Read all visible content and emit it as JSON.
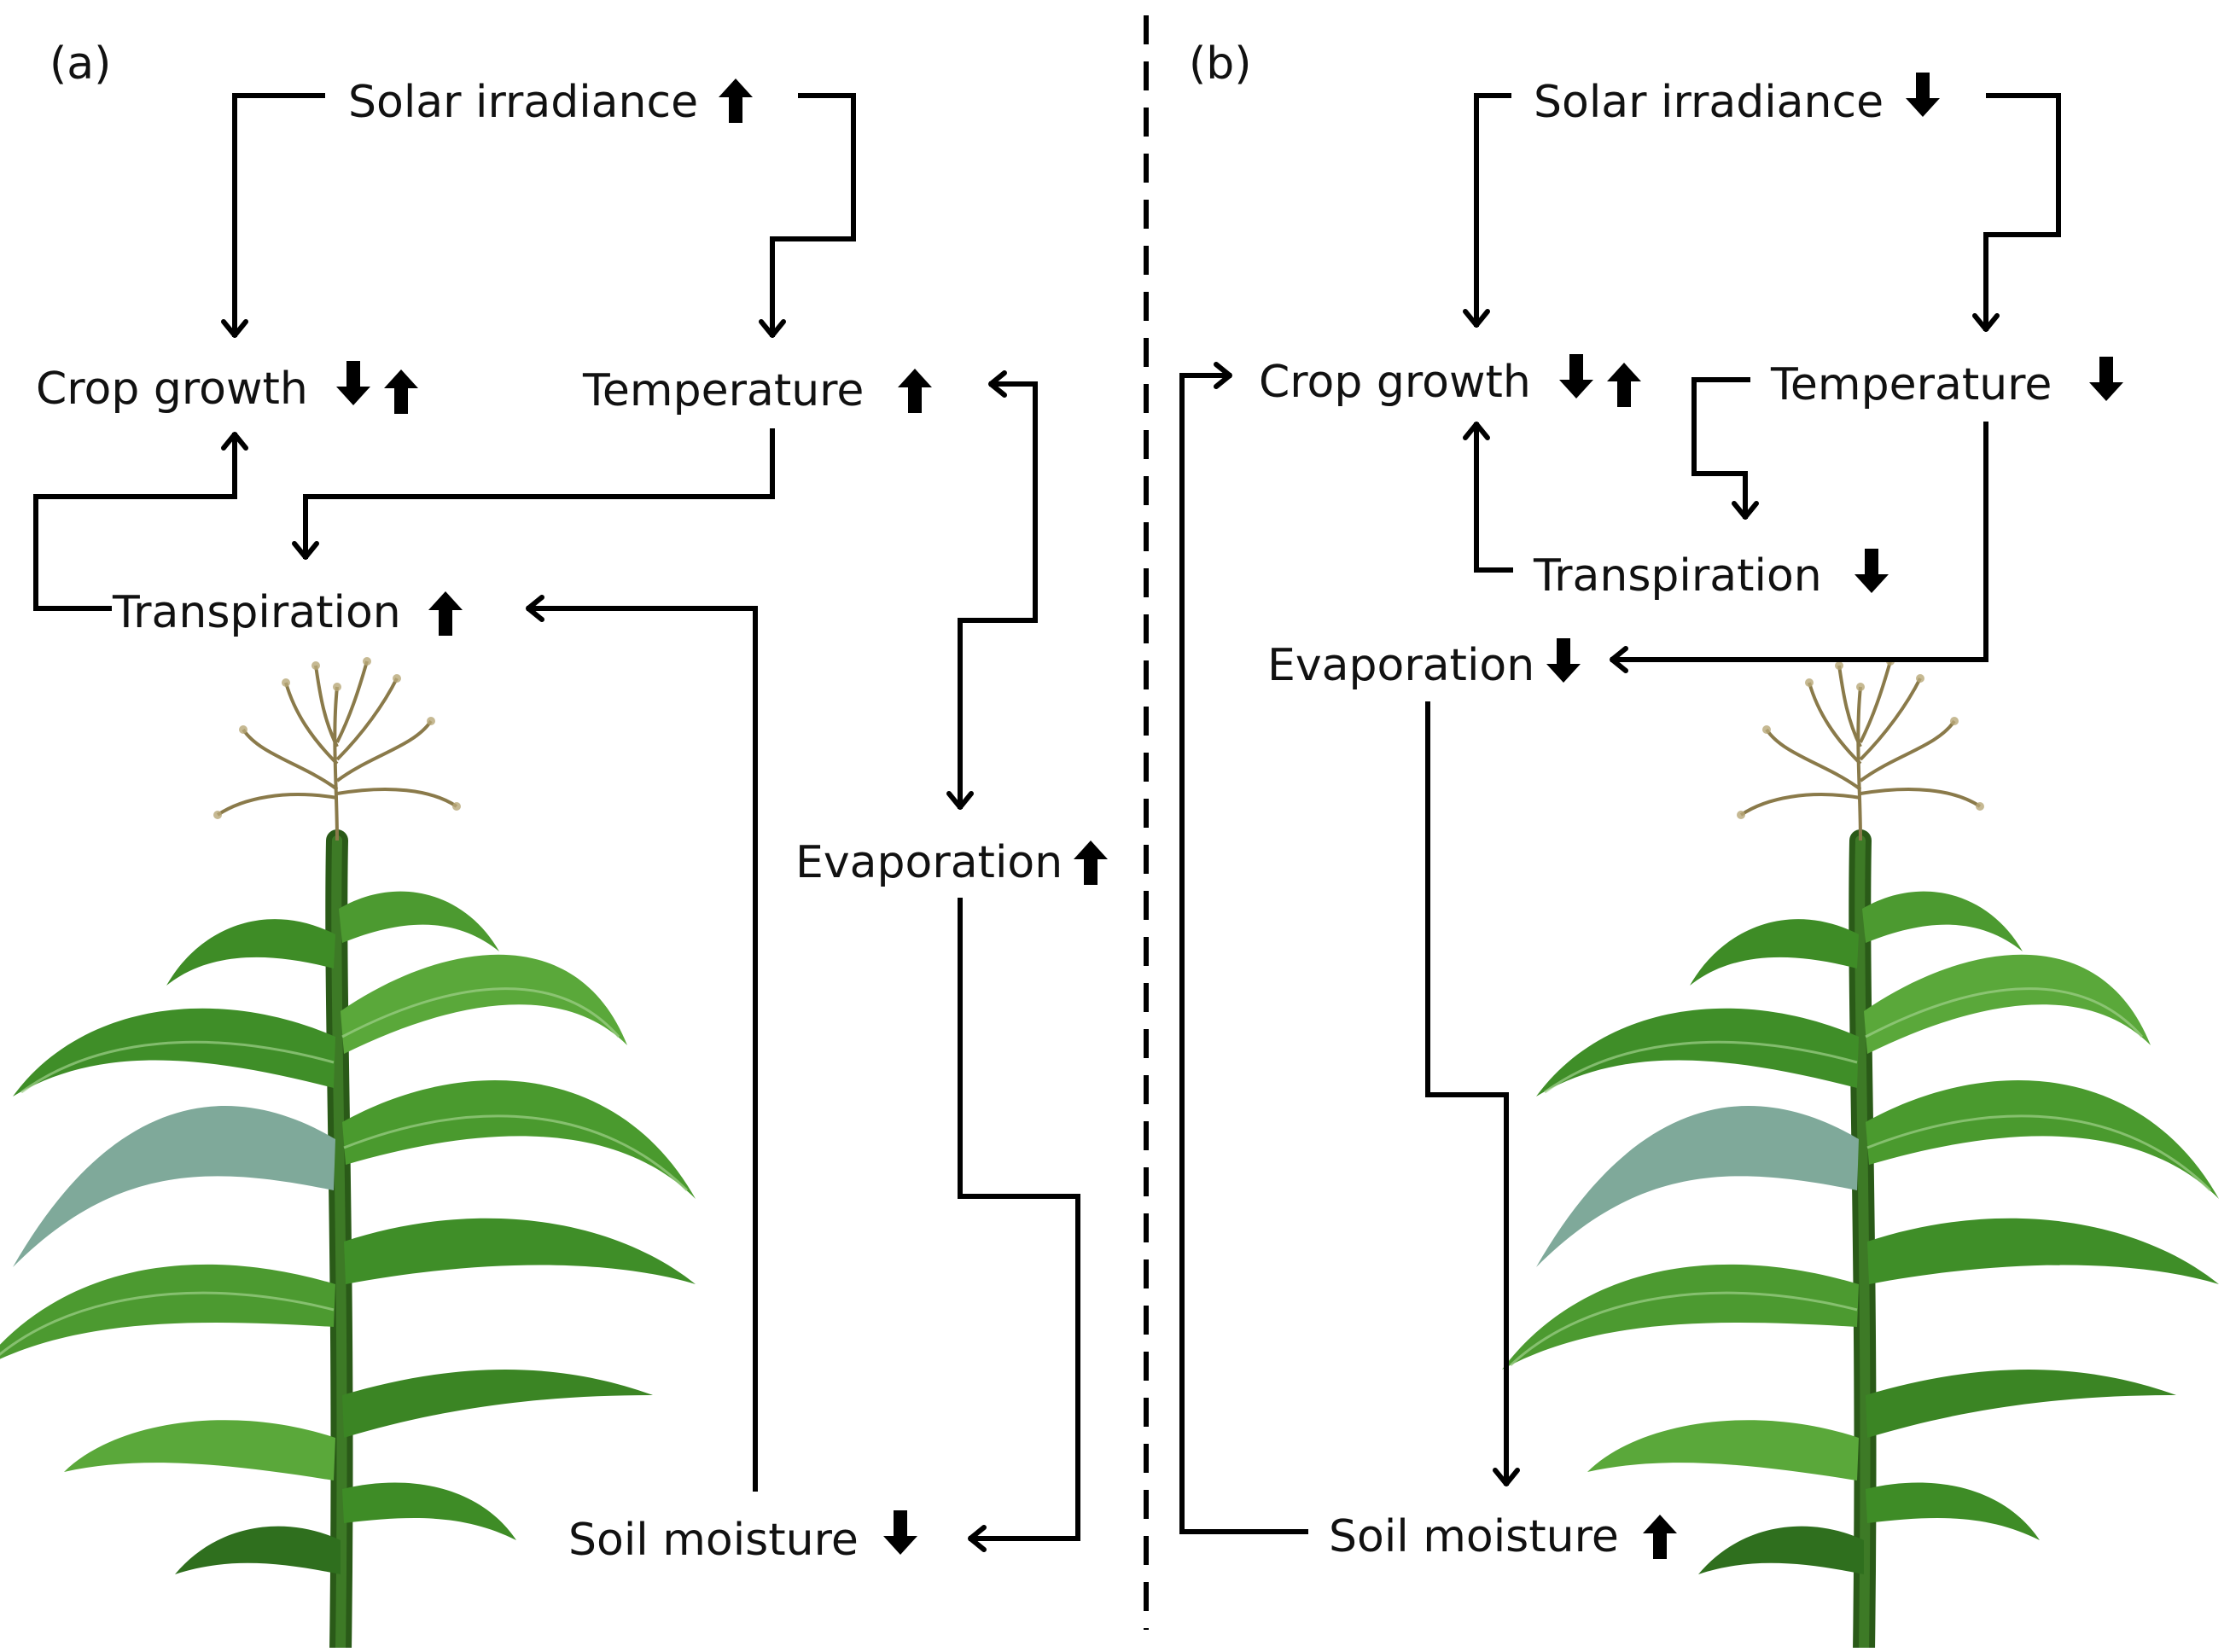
{
  "panels": [
    {
      "id": "a",
      "label": "(a)",
      "nodes": {
        "solar": {
          "text": "Solar irradiance",
          "trend": "up"
        },
        "crop": {
          "text": "Crop growth",
          "trend": "down-up"
        },
        "temperature": {
          "text": "Temperature",
          "trend": "up"
        },
        "transpiration": {
          "text": "Transpiration",
          "trend": "up"
        },
        "evaporation": {
          "text": "Evaporation",
          "trend": "up"
        },
        "soil": {
          "text": "Soil moisture",
          "trend": "down"
        }
      },
      "links": [
        [
          "Solar irradiance",
          "Crop growth"
        ],
        [
          "Solar irradiance",
          "Temperature"
        ],
        [
          "Temperature",
          "Transpiration"
        ],
        [
          "Transpiration",
          "Crop growth"
        ],
        [
          "Temperature",
          "Evaporation"
        ],
        [
          "Evaporation",
          "Temperature"
        ],
        [
          "Evaporation",
          "Soil moisture"
        ],
        [
          "Soil moisture",
          "Transpiration"
        ]
      ]
    },
    {
      "id": "b",
      "label": "(b)",
      "nodes": {
        "solar": {
          "text": "Solar irradiance",
          "trend": "down"
        },
        "crop": {
          "text": "Crop growth",
          "trend": "down-up"
        },
        "temperature": {
          "text": "Temperature",
          "trend": "down"
        },
        "transpiration": {
          "text": "Transpiration",
          "trend": "down"
        },
        "evaporation": {
          "text": "Evaporation",
          "trend": "down"
        },
        "soil": {
          "text": "Soil moisture",
          "trend": "up"
        }
      },
      "links": [
        [
          "Solar irradiance",
          "Crop growth"
        ],
        [
          "Solar irradiance",
          "Temperature"
        ],
        [
          "Temperature",
          "Transpiration"
        ],
        [
          "Transpiration",
          "Crop growth"
        ],
        [
          "Temperature",
          "Evaporation"
        ],
        [
          "Evaporation",
          "Soil moisture"
        ],
        [
          "Soil moisture",
          "Crop growth"
        ]
      ]
    }
  ],
  "images": [
    {
      "name": "maize-plant-illustration",
      "colors": {
        "leaf": "#3f9a2a",
        "leaf_dark": "#1f5e14",
        "stem": "#2d5f1c",
        "tassel": "#8a7a4a"
      }
    }
  ],
  "icons": {
    "up": "up-arrow-icon",
    "down": "down-arrow-icon"
  }
}
